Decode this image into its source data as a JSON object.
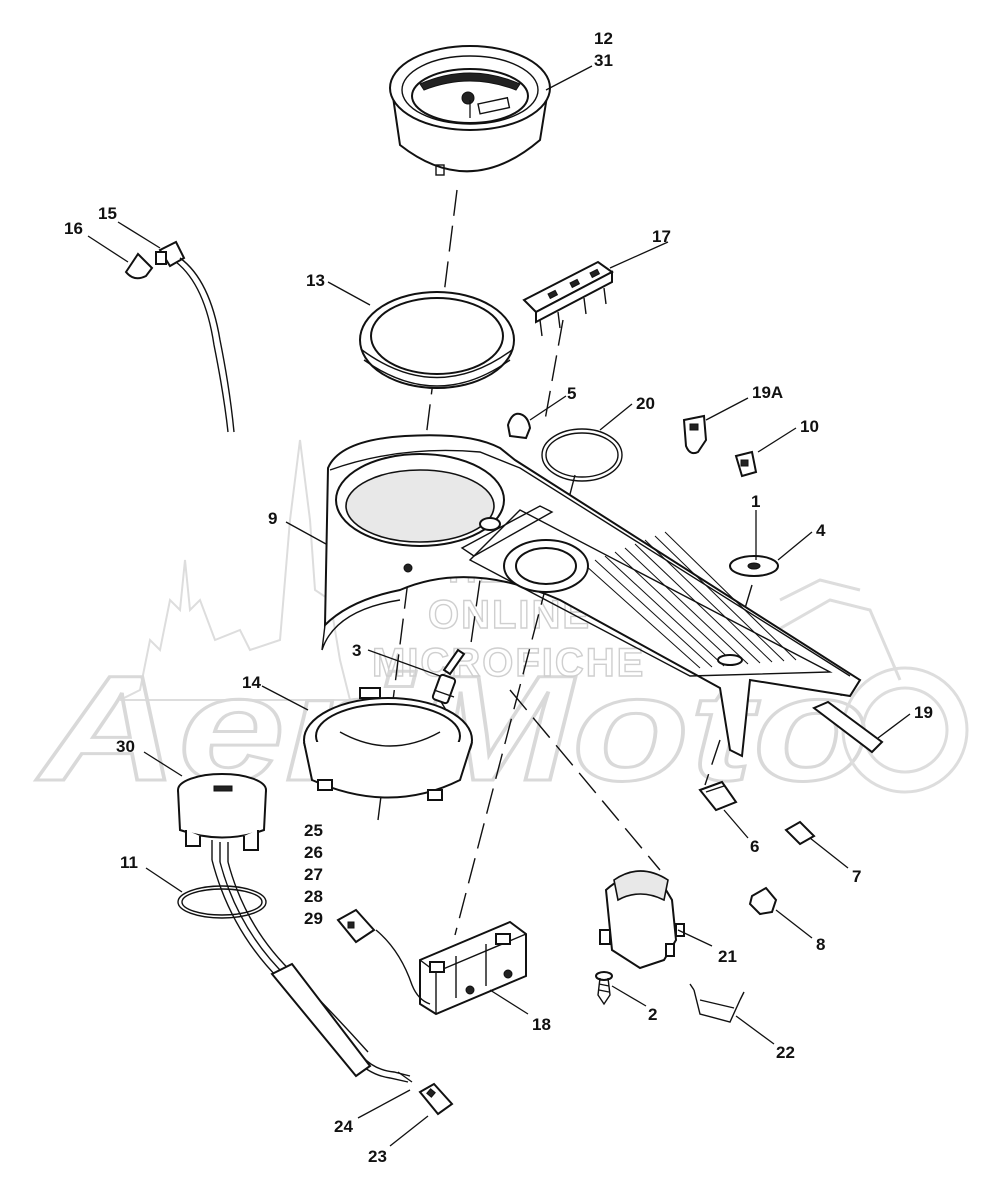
{
  "watermark": {
    "lines": [
      "HLSM",
      "ONLINE",
      "MICROFICHE"
    ],
    "logo_text": "AeriMoto"
  },
  "callouts": [
    {
      "id": "12",
      "text": "12"
    },
    {
      "id": "31",
      "text": "31"
    },
    {
      "id": "15",
      "text": "15"
    },
    {
      "id": "16",
      "text": "16"
    },
    {
      "id": "17",
      "text": "17"
    },
    {
      "id": "13",
      "text": "13"
    },
    {
      "id": "5",
      "text": "5"
    },
    {
      "id": "20",
      "text": "20"
    },
    {
      "id": "19A",
      "text": "19A"
    },
    {
      "id": "10",
      "text": "10"
    },
    {
      "id": "1",
      "text": "1"
    },
    {
      "id": "4",
      "text": "4"
    },
    {
      "id": "9",
      "text": "9"
    },
    {
      "id": "3",
      "text": "3"
    },
    {
      "id": "14",
      "text": "14"
    },
    {
      "id": "19",
      "text": "19"
    },
    {
      "id": "30",
      "text": "30"
    },
    {
      "id": "6",
      "text": "6"
    },
    {
      "id": "7",
      "text": "7"
    },
    {
      "id": "11",
      "text": "11"
    },
    {
      "id": "25",
      "text": "25"
    },
    {
      "id": "26",
      "text": "26"
    },
    {
      "id": "27",
      "text": "27"
    },
    {
      "id": "28",
      "text": "28"
    },
    {
      "id": "29",
      "text": "29"
    },
    {
      "id": "21",
      "text": "21"
    },
    {
      "id": "8",
      "text": "8"
    },
    {
      "id": "2",
      "text": "2"
    },
    {
      "id": "18",
      "text": "18"
    },
    {
      "id": "22",
      "text": "22"
    },
    {
      "id": "24",
      "text": "24"
    },
    {
      "id": "23",
      "text": "23"
    }
  ]
}
